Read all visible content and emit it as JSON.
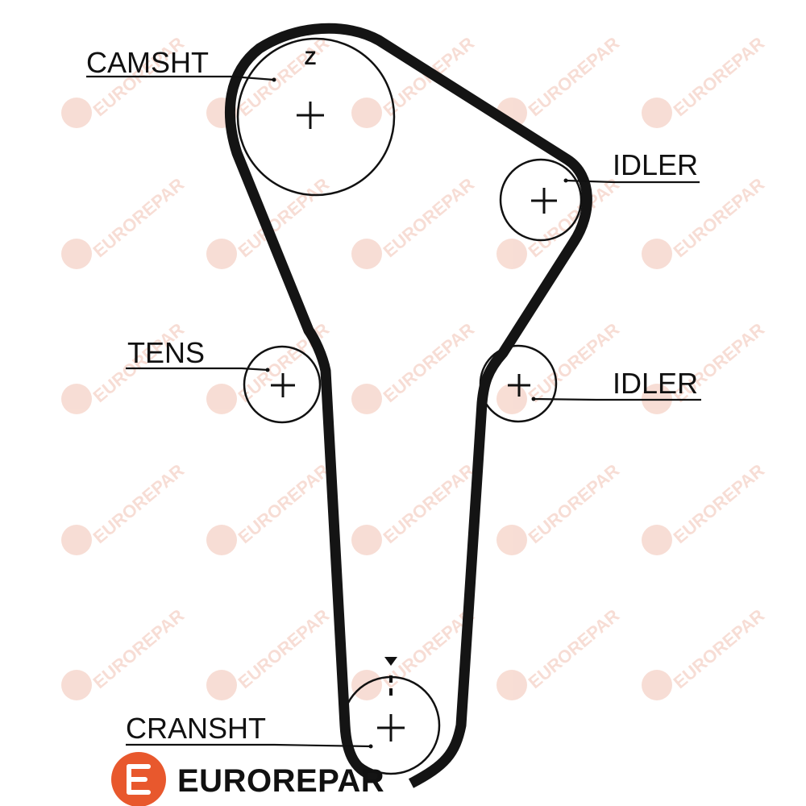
{
  "labels": {
    "camshaft": "CAMSHT",
    "idler_top": "IDLER",
    "tensioner": "TENS",
    "idler_bottom": "IDLER",
    "crankshaft": "CRANSHT",
    "timing_mark": "Z"
  },
  "brand": {
    "name": "EUROREPAR",
    "watermark": "EUROREPAR",
    "accent_color": "#e8582d",
    "watermark_color": "#f2c3b3"
  },
  "colors": {
    "belt": "#141414",
    "line": "#111111"
  }
}
